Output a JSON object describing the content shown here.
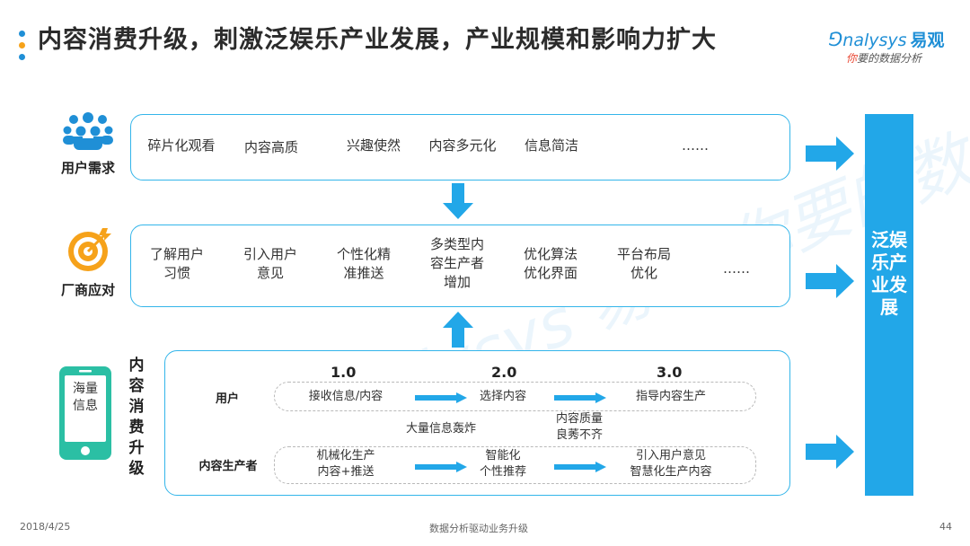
{
  "title": "内容消费升级，刺激泛娱乐产业发展，产业规模和影响力扩大",
  "logo": {
    "brand_en": "nalysys",
    "brand_cn": "易观",
    "tagline_hl": "你",
    "tagline_rest": "要的数据分析"
  },
  "colors": {
    "accent": "#22a7e8",
    "border": "#33b5ea",
    "dot_orange": "#f6a21a",
    "dot_blue": "#1f8fd6"
  },
  "rows": {
    "user_demand": {
      "label": "用户需求",
      "icon": "people-group-icon",
      "items": [
        "碎片化观看",
        "内容高质",
        "兴趣使然",
        "内容多元化",
        "信息简洁",
        "……"
      ]
    },
    "vendor_response": {
      "label": "厂商应对",
      "icon": "target-icon",
      "items": [
        "了解用户\n习惯",
        "引入用户\n意见",
        "个性化精\n准推送",
        "多类型内\n容生产者\n增加",
        "优化算法\n优化界面",
        "平台布局\n优化",
        "……"
      ]
    },
    "consumption": {
      "label": "内容消费升级",
      "phone_text": "海量信息",
      "icon": "phone-icon",
      "versions": [
        "1.0",
        "2.0",
        "3.0"
      ],
      "user_label": "用户",
      "user_steps": [
        "接收信息/内容",
        "选择内容",
        "指导内容生产"
      ],
      "mid_notes": [
        "大量信息轰炸",
        "内容质量\n良莠不齐"
      ],
      "producer_label": "内容生产者",
      "producer_steps": [
        "机械化生产\n内容+推送",
        "智能化\n个性推荐",
        "引入用户意见\n智慧化生产内容"
      ]
    }
  },
  "result": "泛娱乐产业发展",
  "watermark": "Analysys 易观 你要的数据分析",
  "footer": {
    "date": "2018/4/25",
    "center": "数据分析驱动业务升级",
    "page": "44"
  }
}
